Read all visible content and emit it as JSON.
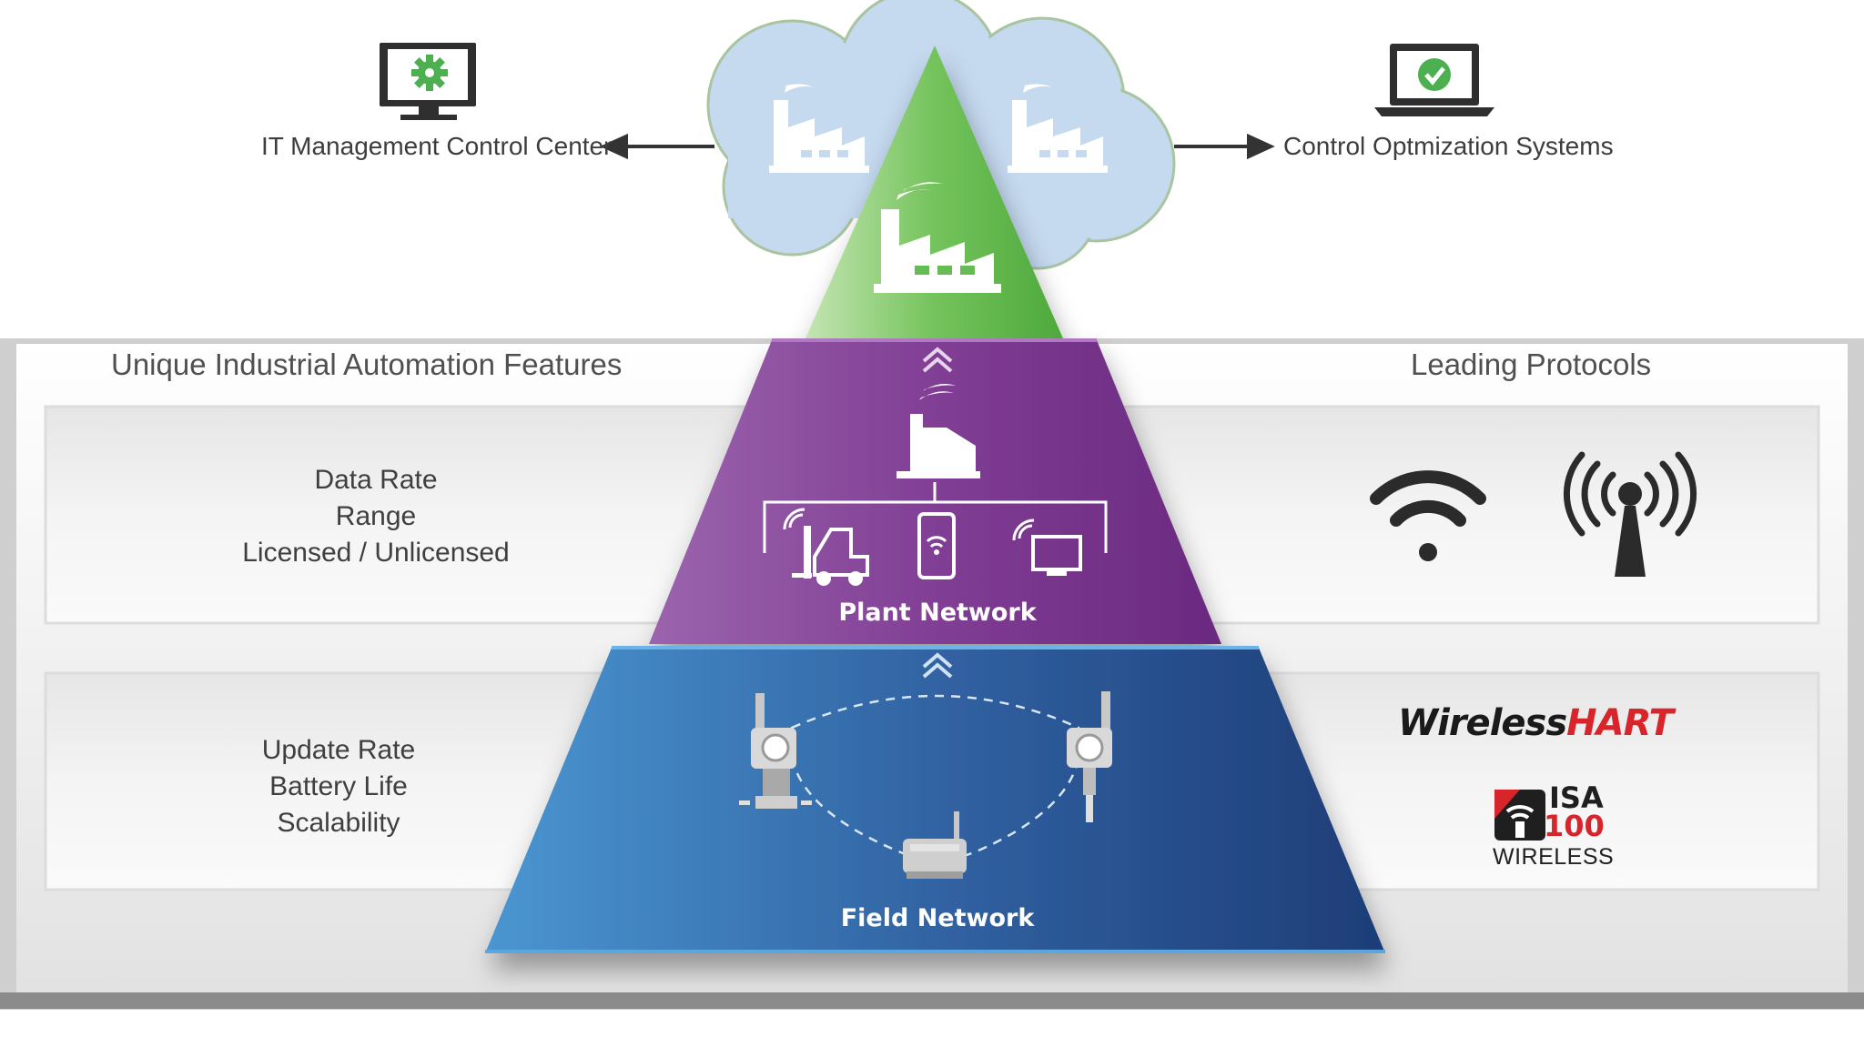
{
  "top": {
    "left_label": "IT Management Control Center",
    "right_label": "Control Optmization Systems"
  },
  "sections": {
    "left_title": "Unique Industrial Automation Features",
    "right_title": "Leading Protocols"
  },
  "features": {
    "plant": [
      "Data Rate",
      "Range",
      "Licensed / Unlicensed"
    ],
    "field": [
      "Update Rate",
      "Battery Life",
      "Scalability"
    ]
  },
  "pyramid": {
    "plant_label": "Plant Network",
    "field_label": "Field Network"
  },
  "protocols": {
    "wirelesshart_part1": "Wireless",
    "wirelesshart_part2": "HART",
    "isa_line1": "ISA",
    "isa_line2": "100",
    "isa_line3": "WIRELESS"
  },
  "colors": {
    "cloud": "#c5d9ef",
    "apex_green": "#5cb848",
    "plant_purple": "#7d3d91",
    "field_blue": "#2f5f9e",
    "hart_red": "#d8252c",
    "gear_green": "#4caf50"
  },
  "icons": {
    "it_center": "monitor-gear-icon",
    "control_systems": "laptop-check-icon",
    "plant_factory": "factory-icon",
    "forklift": "forklift-icon",
    "phone": "smartphone-wifi-icon",
    "tv": "monitor-wifi-icon",
    "wifi_protocol": "wifi-icon",
    "antenna_protocol": "antenna-tower-icon",
    "transmitter": "pressure-transmitter-icon",
    "gateway": "wireless-gateway-icon"
  }
}
